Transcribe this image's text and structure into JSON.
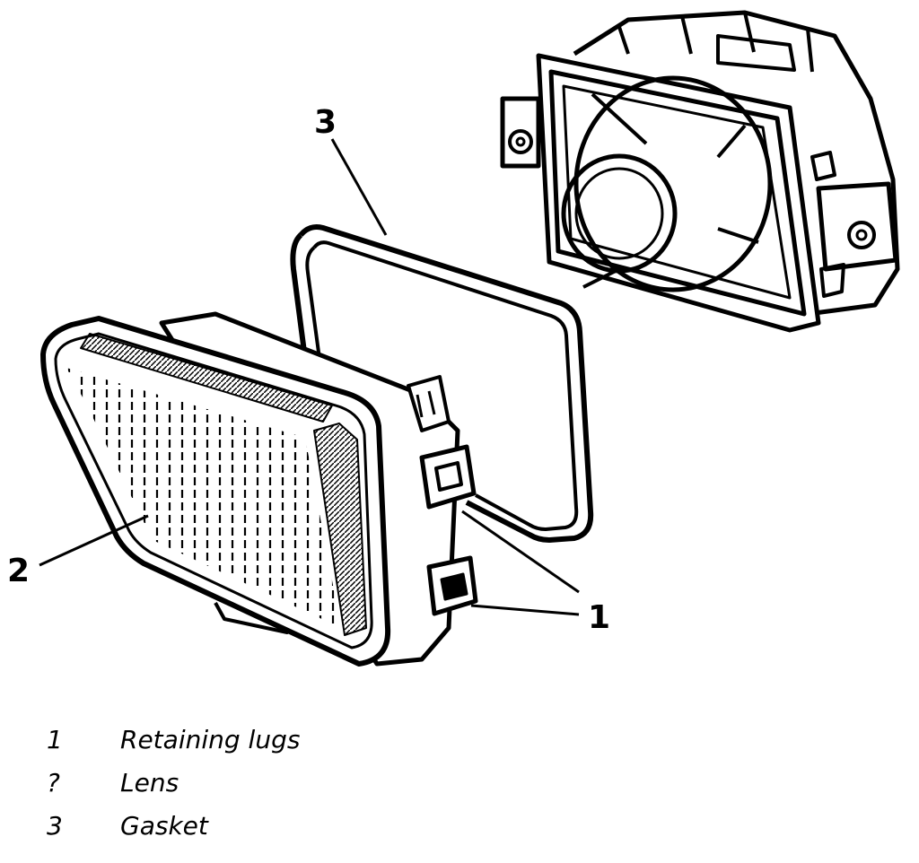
{
  "callouts": {
    "lugs": "1",
    "lens": "2",
    "gasket": "3"
  },
  "legend": [
    {
      "num": "1",
      "text": "Retaining lugs"
    },
    {
      "num": "?",
      "text": "Lens"
    },
    {
      "num": "3",
      "text": "Gasket"
    }
  ]
}
